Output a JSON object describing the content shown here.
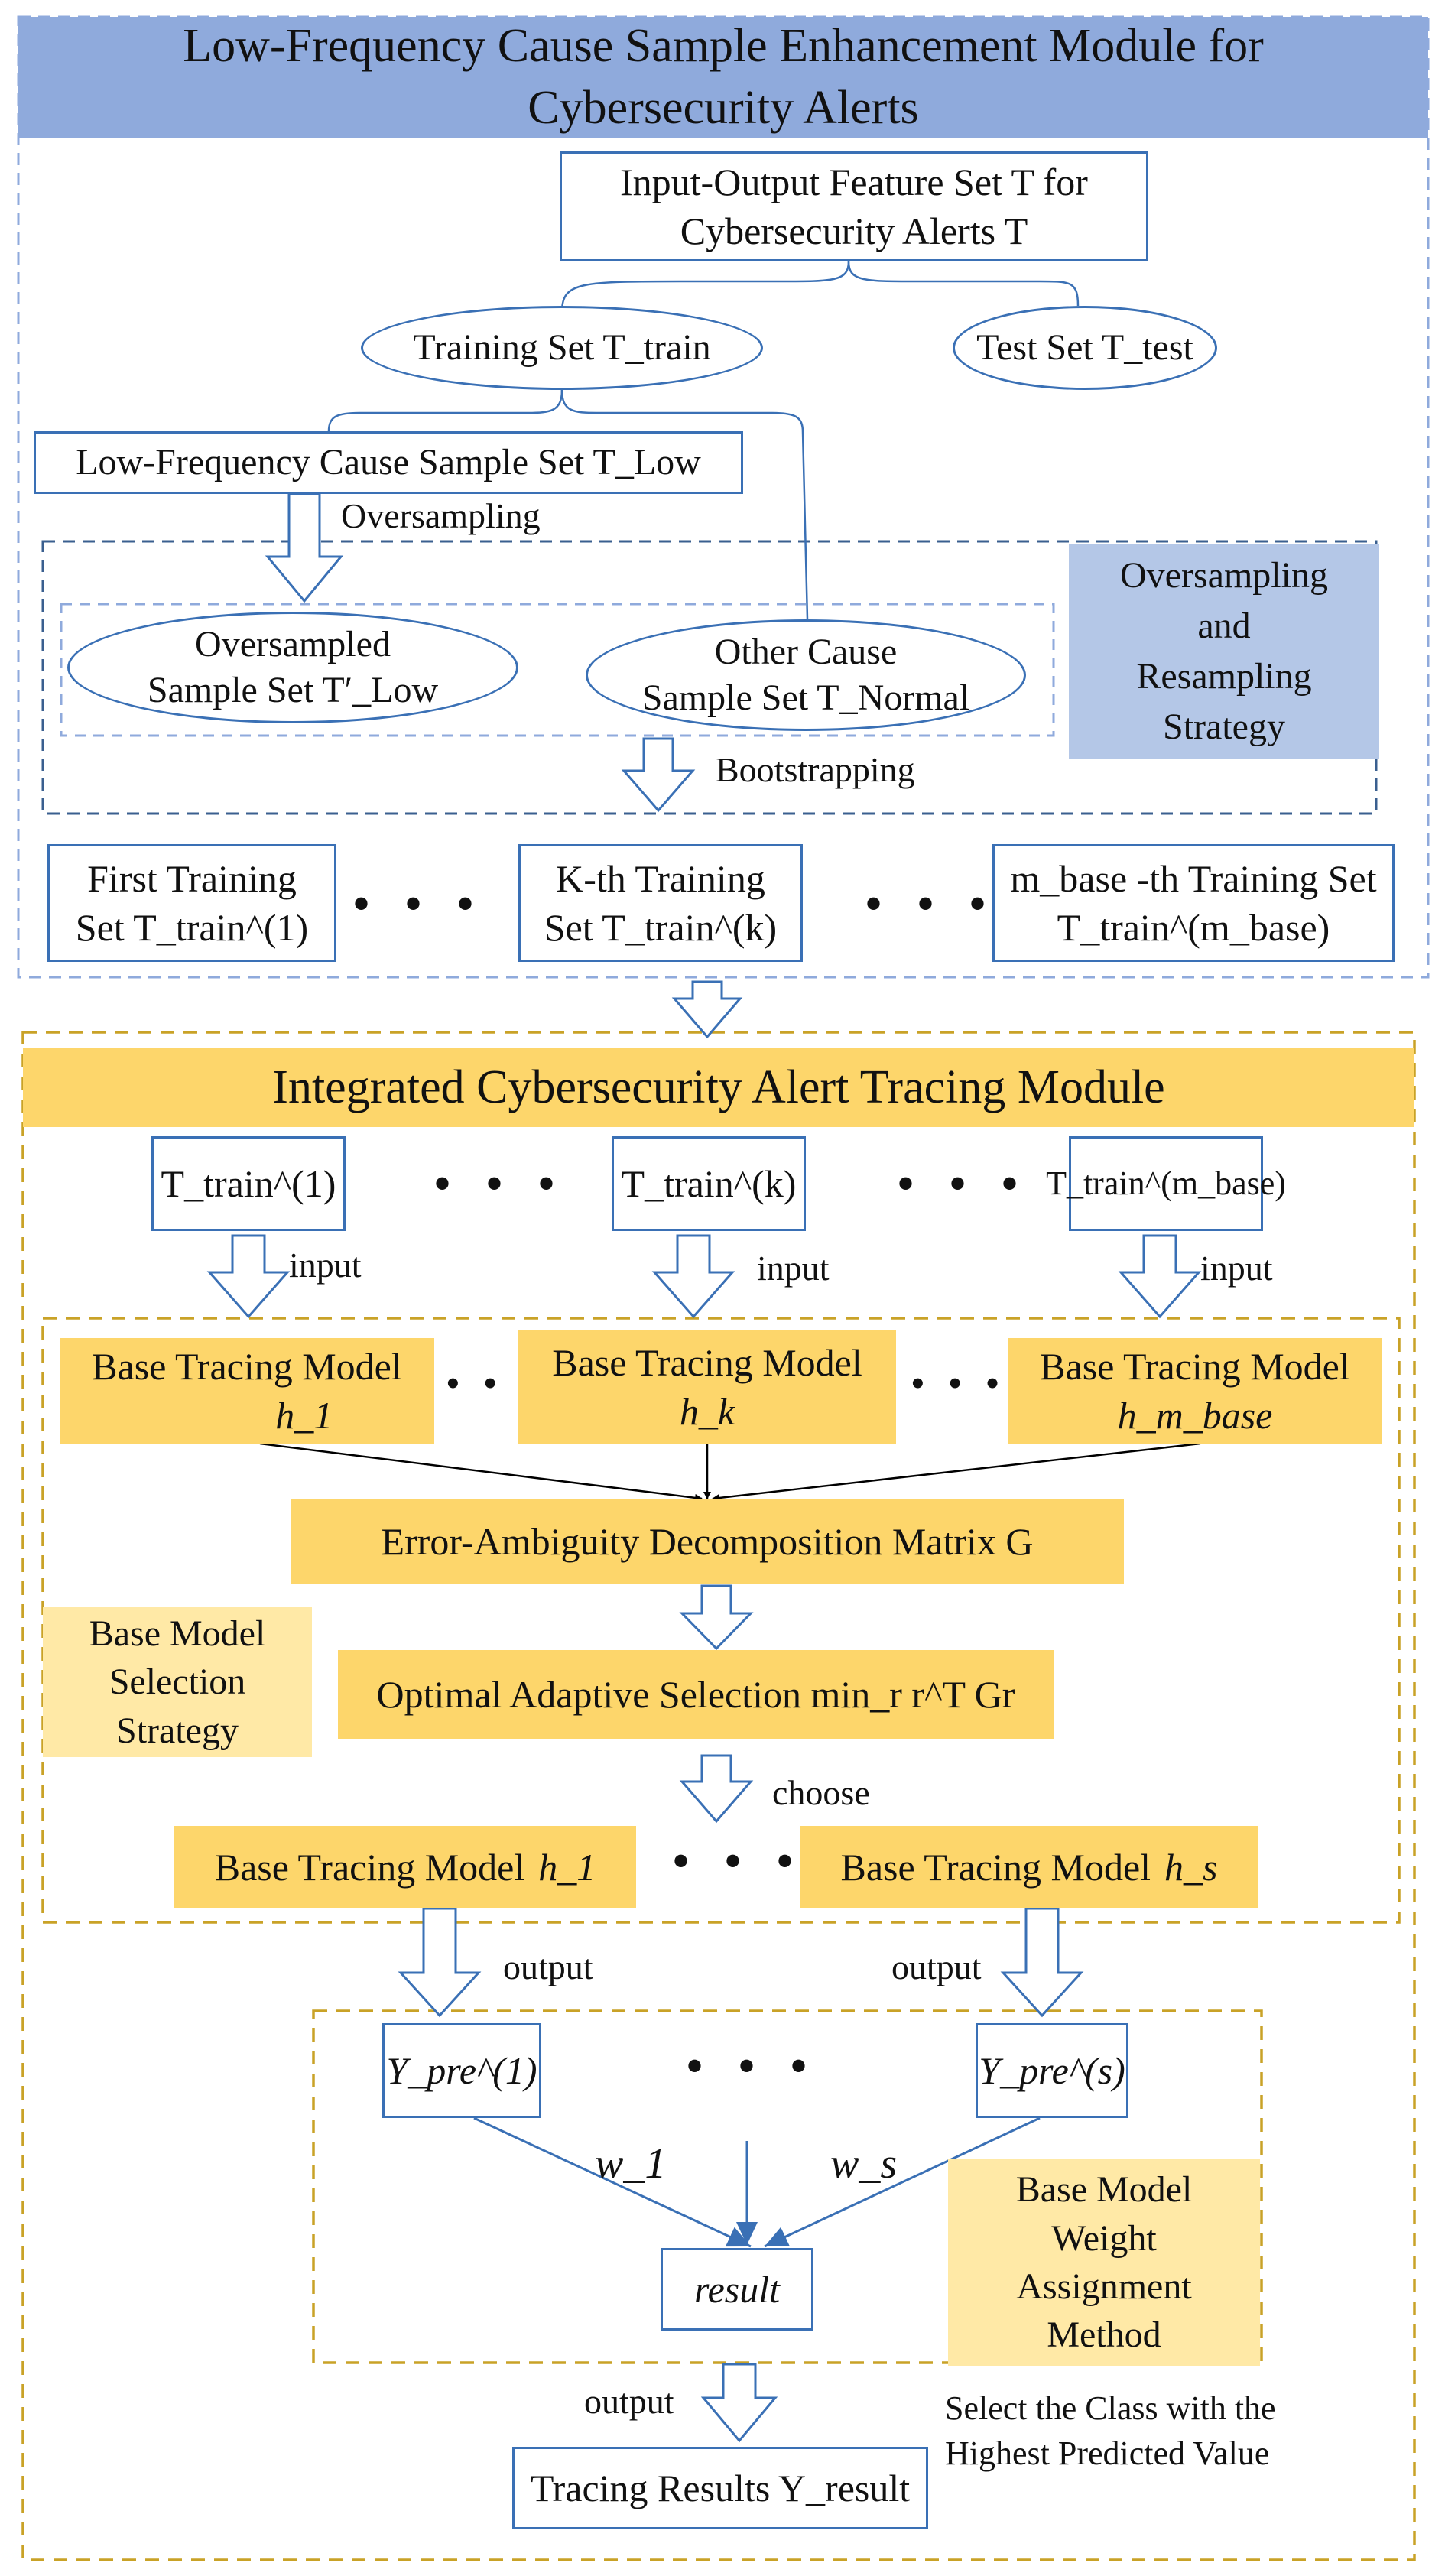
{
  "module1": {
    "title": "Low-Frequency Cause Sample Enhancement Module for Cybersecurity Alerts",
    "input_set": [
      "Input-Output Feature Set T for",
      "Cybersecurity Alerts T"
    ],
    "training_set": "Training Set T_train",
    "test_set": "Test Set T_test",
    "low_freq_set": "Low-Frequency Cause Sample Set T_Low",
    "oversampling_label": "Oversampling",
    "oversampled_set": [
      "Oversampled",
      "Sample Set T′_Low"
    ],
    "other_cause_set": [
      "Other Cause",
      "Sample Set T_Normal"
    ],
    "strategy_label": [
      "Oversampling",
      "and",
      "Resampling",
      "Strategy"
    ],
    "bootstrapping_label": "Bootstrapping",
    "first_training_set": [
      "First Training",
      "Set T_train^(1)"
    ],
    "kth_training_set": [
      "K-th Training",
      "Set T_train^(k)"
    ],
    "mbase_training_set": [
      "m_base -th Training Set",
      "T_train^(m_base)"
    ],
    "ellipsis": "• • •"
  },
  "module2": {
    "title": "Integrated Cybersecurity Alert Tracing Module",
    "inputs": [
      "T_train^(1)",
      "T_train^(k)",
      "T_train^(m_base)"
    ],
    "input_label": "input",
    "base_models": [
      {
        "label": "Base Tracing Model",
        "sym": "h_1"
      },
      {
        "label": "Base Tracing Model",
        "sym": "h_k"
      },
      {
        "label": "Base Tracing Model",
        "sym": "h_m_base"
      }
    ],
    "error_matrix": "Error-Ambiguity Decomposition Matrix G",
    "optimal_selection": "Optimal Adaptive Selection min_r r^T Gr",
    "choose_label": "choose",
    "selection_strategy": [
      "Base Model",
      "Selection",
      "Strategy"
    ],
    "selected_models": [
      {
        "label": "Base Tracing Model",
        "sym": "h_1"
      },
      {
        "label": "Base Tracing Model",
        "sym": "h_s"
      }
    ],
    "output_label": "output",
    "preds": [
      "Y_pre^(1)",
      "Y_pre^(s)"
    ],
    "weights": [
      "w_1",
      "w_s"
    ],
    "result": "result",
    "weight_method": [
      "Base Model",
      "Weight",
      "Assignment",
      "Method"
    ],
    "select_class_note": [
      "Select the Class with the",
      "Highest Predicted Value"
    ],
    "tracing_results": "Tracing Results Y_result",
    "ellipsis": "• • •"
  },
  "colors": {
    "blue_border": "#3a70b5",
    "header_blue": "#8faadc",
    "light_blue": "#b4c7e7",
    "gold": "#fdd66b",
    "light_gold": "#ffe9a6",
    "dashed_gold": "#c9a227"
  }
}
